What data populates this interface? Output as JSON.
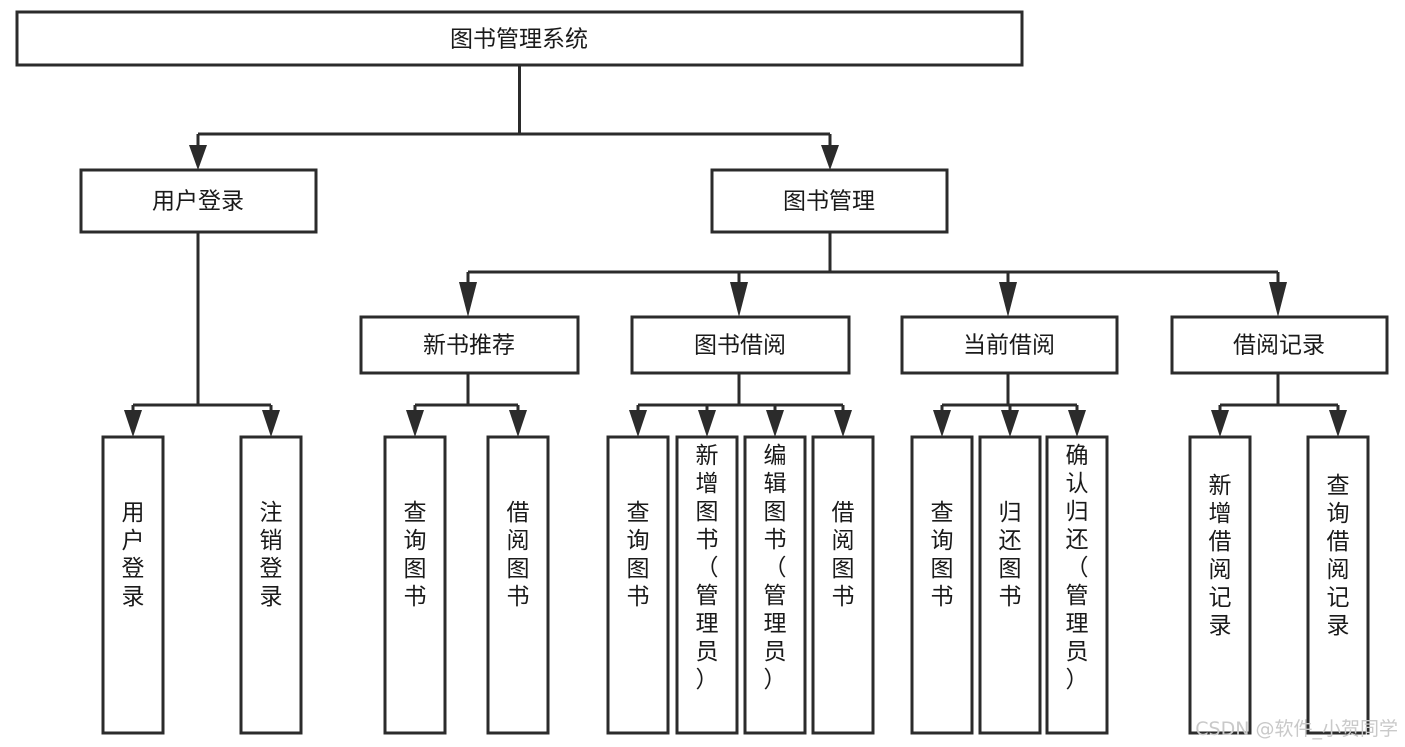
{
  "diagram": {
    "type": "tree-hierarchy-chart",
    "title": "图书管理系统",
    "levels": [
      {
        "level": 1,
        "nodes": [
          {
            "id": "root",
            "label": "图书管理系统",
            "orientation": "horizontal"
          }
        ]
      },
      {
        "level": 2,
        "nodes": [
          {
            "id": "login",
            "label": "用户登录",
            "orientation": "horizontal",
            "parent": "root"
          },
          {
            "id": "bookmgmt",
            "label": "图书管理",
            "orientation": "horizontal",
            "parent": "root"
          }
        ]
      },
      {
        "level": 3,
        "nodes": [
          {
            "id": "newbook",
            "label": "新书推荐",
            "orientation": "horizontal",
            "parent": "bookmgmt"
          },
          {
            "id": "borrow",
            "label": "图书借阅",
            "orientation": "horizontal",
            "parent": "bookmgmt"
          },
          {
            "id": "current",
            "label": "当前借阅",
            "orientation": "horizontal",
            "parent": "bookmgmt"
          },
          {
            "id": "records",
            "label": "借阅记录",
            "orientation": "horizontal",
            "parent": "bookmgmt"
          }
        ]
      },
      {
        "level": 4,
        "nodes": [
          {
            "id": "leaf-1",
            "label": "用户登录",
            "orientation": "vertical",
            "parent": "login"
          },
          {
            "id": "leaf-2",
            "label": "注销登录",
            "orientation": "vertical",
            "parent": "login"
          },
          {
            "id": "leaf-3",
            "label": "查询图书",
            "orientation": "vertical",
            "parent": "newbook"
          },
          {
            "id": "leaf-4",
            "label": "借阅图书",
            "orientation": "vertical",
            "parent": "newbook"
          },
          {
            "id": "leaf-5",
            "label": "查询图书",
            "orientation": "vertical",
            "parent": "borrow"
          },
          {
            "id": "leaf-6",
            "label": "新增图书（管理员）",
            "orientation": "vertical",
            "parent": "borrow"
          },
          {
            "id": "leaf-7",
            "label": "编辑图书（管理员）",
            "orientation": "vertical",
            "parent": "borrow"
          },
          {
            "id": "leaf-8",
            "label": "借阅图书",
            "orientation": "vertical",
            "parent": "borrow"
          },
          {
            "id": "leaf-9",
            "label": "查询图书",
            "orientation": "vertical",
            "parent": "current"
          },
          {
            "id": "leaf-10",
            "label": "归还图书",
            "orientation": "vertical",
            "parent": "current"
          },
          {
            "id": "leaf-11",
            "label": "确认归还（管理员）",
            "orientation": "vertical",
            "parent": "current"
          },
          {
            "id": "leaf-12",
            "label": "新增借阅记录",
            "orientation": "vertical",
            "parent": "records"
          },
          {
            "id": "leaf-13",
            "label": "查询借阅记录",
            "orientation": "vertical",
            "parent": "records"
          }
        ]
      }
    ]
  },
  "watermark": {
    "text": "CSDN @软件_小贺同学"
  },
  "colors": {
    "stroke": "#2b2b2b",
    "box_fill": "#ffffff",
    "text": "#1a1a1a",
    "background": "#ffffff",
    "watermark": "#c9c9c9"
  }
}
